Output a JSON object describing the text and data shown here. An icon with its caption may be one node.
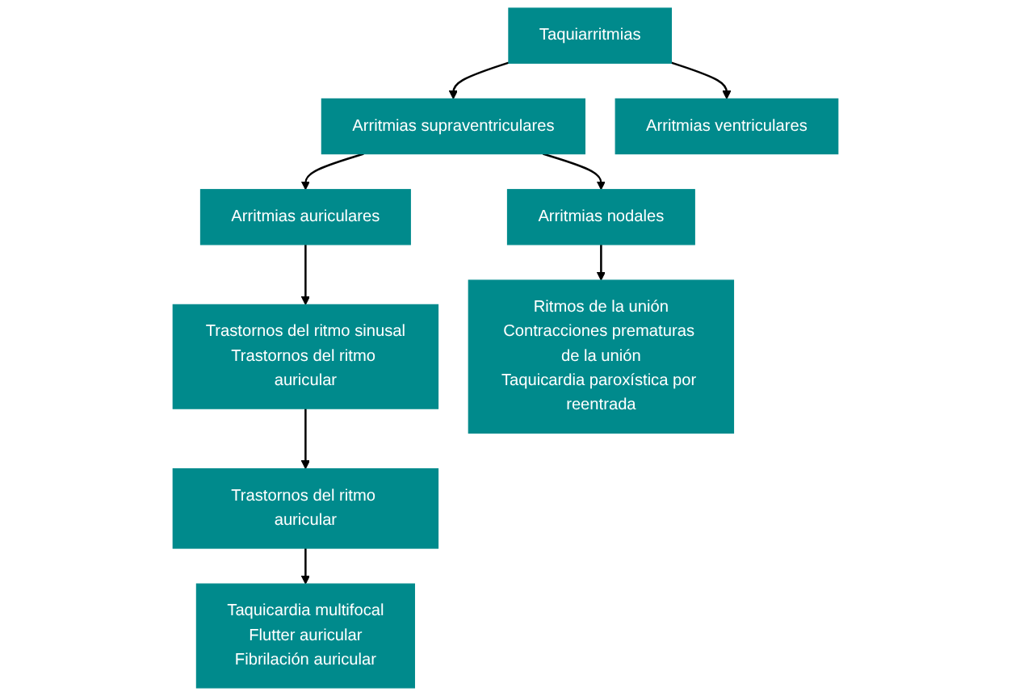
{
  "diagram": {
    "nodes": [
      {
        "text": [
          "Taquiarritmias"
        ]
      },
      {
        "text": [
          "Arritmias supraventriculares"
        ]
      },
      {
        "text": [
          "Arritmias ventriculares"
        ]
      },
      {
        "text": [
          "Arritmias auriculares"
        ]
      },
      {
        "text": [
          "Arritmias nodales"
        ]
      },
      {
        "text": [
          "Trastornos del ritmo sinusal",
          "Trastornos del ritmo auricular"
        ]
      },
      {
        "text": [
          "Ritmos de la unión",
          "Contracciones prematuras de la unión",
          "Taquicardia paroxística por reentrada"
        ]
      },
      {
        "text": [
          "Trastornos del ritmo auricular"
        ]
      },
      {
        "text": [
          "Taquicardia multifocal",
          "Flutter auricular",
          "Fibrilación auricular"
        ]
      }
    ],
    "edges": [
      {
        "from": 0,
        "to": 1,
        "arrow": "to"
      },
      {
        "from": 0,
        "to": 2,
        "arrow": "to"
      },
      {
        "from": 1,
        "to": 3,
        "arrow": "to"
      },
      {
        "from": 1,
        "to": 4,
        "arrow": "to"
      },
      {
        "from": 3,
        "to": 5,
        "arrow": "to"
      },
      {
        "from": 4,
        "to": 6,
        "arrow": "to"
      },
      {
        "from": 5,
        "to": 7,
        "arrow": "to"
      },
      {
        "from": 7,
        "to": 8,
        "arrow": "to"
      }
    ]
  }
}
